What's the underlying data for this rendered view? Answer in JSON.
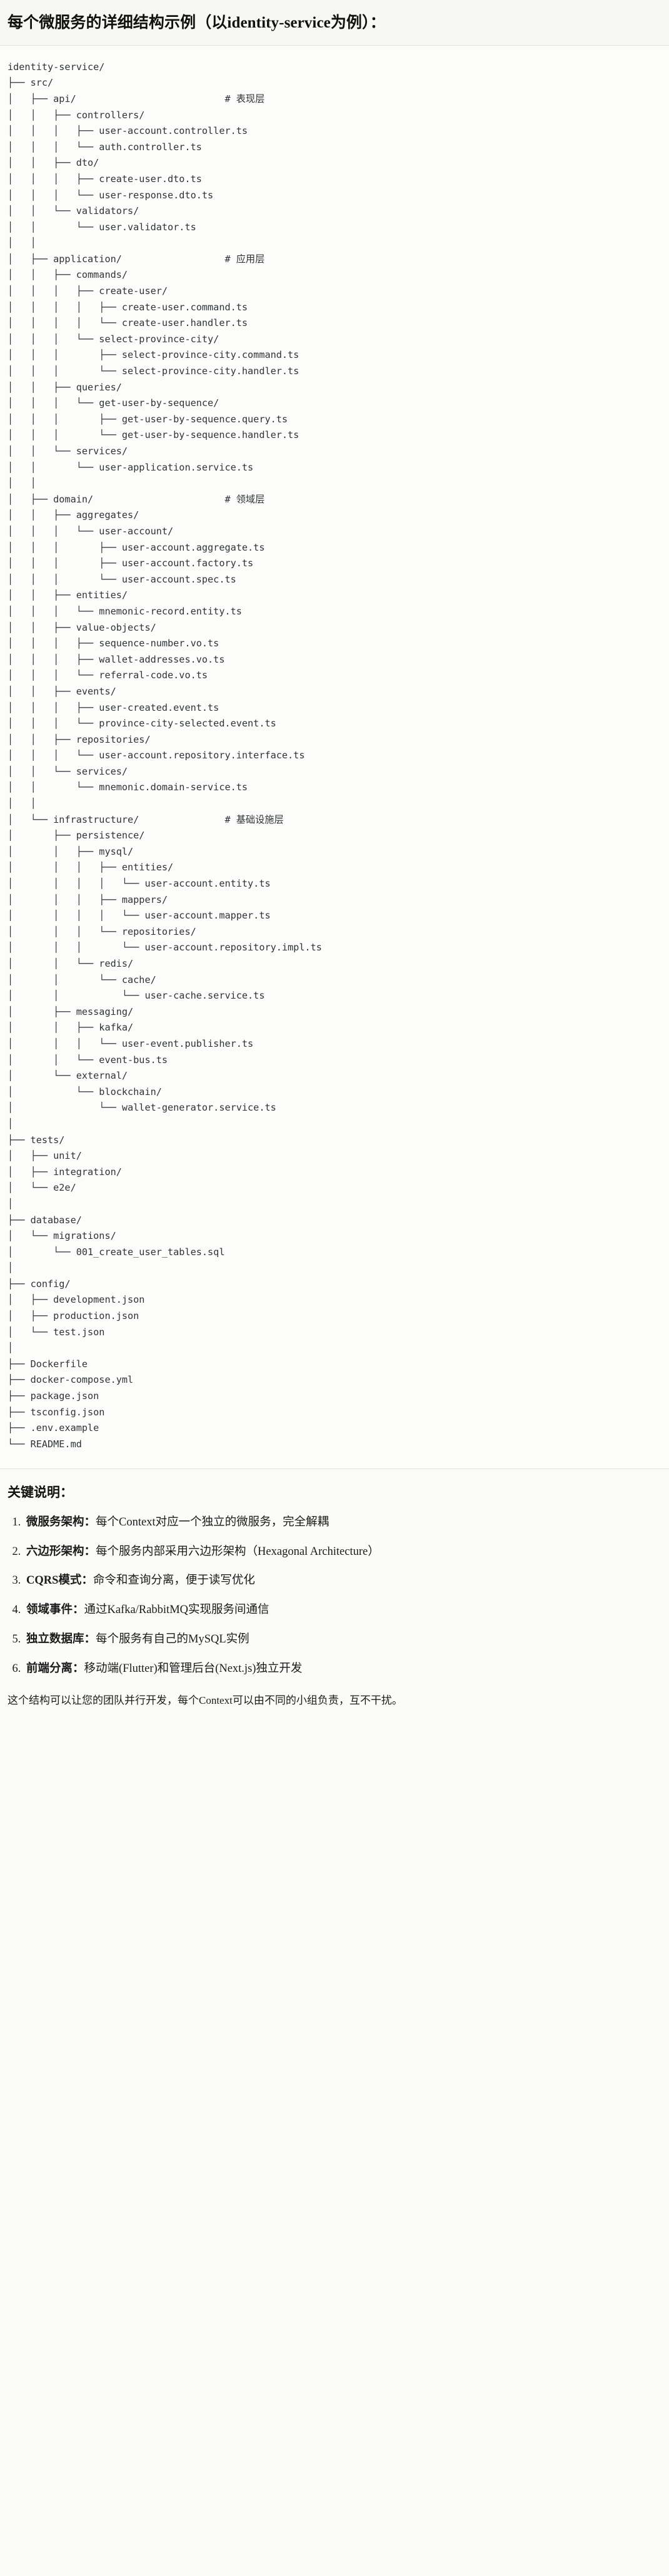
{
  "header": {
    "title": "每个微服务的详细结构示例（以identity-service为例）："
  },
  "tree": {
    "root_label": "identity-service/",
    "text": "identity-service/\n├── src/\n│   ├── api/                          # 表现层\n│   │   ├── controllers/\n│   │   │   ├── user-account.controller.ts\n│   │   │   └── auth.controller.ts\n│   │   ├── dto/\n│   │   │   ├── create-user.dto.ts\n│   │   │   └── user-response.dto.ts\n│   │   └── validators/\n│   │       └── user.validator.ts\n│   │\n│   ├── application/                  # 应用层\n│   │   ├── commands/\n│   │   │   ├── create-user/\n│   │   │   │   ├── create-user.command.ts\n│   │   │   │   └── create-user.handler.ts\n│   │   │   └── select-province-city/\n│   │   │       ├── select-province-city.command.ts\n│   │   │       └── select-province-city.handler.ts\n│   │   ├── queries/\n│   │   │   └── get-user-by-sequence/\n│   │   │       ├── get-user-by-sequence.query.ts\n│   │   │       └── get-user-by-sequence.handler.ts\n│   │   └── services/\n│   │       └── user-application.service.ts\n│   │\n│   ├── domain/                       # 领域层\n│   │   ├── aggregates/\n│   │   │   └── user-account/\n│   │   │       ├── user-account.aggregate.ts\n│   │   │       ├── user-account.factory.ts\n│   │   │       └── user-account.spec.ts\n│   │   ├── entities/\n│   │   │   └── mnemonic-record.entity.ts\n│   │   ├── value-objects/\n│   │   │   ├── sequence-number.vo.ts\n│   │   │   ├── wallet-addresses.vo.ts\n│   │   │   └── referral-code.vo.ts\n│   │   ├── events/\n│   │   │   ├── user-created.event.ts\n│   │   │   └── province-city-selected.event.ts\n│   │   ├── repositories/\n│   │   │   └── user-account.repository.interface.ts\n│   │   └── services/\n│   │       └── mnemonic.domain-service.ts\n│   │\n│   └── infrastructure/               # 基础设施层\n│       ├── persistence/\n│       │   ├── mysql/\n│       │   │   ├── entities/\n│       │   │   │   └── user-account.entity.ts\n│       │   │   ├── mappers/\n│       │   │   │   └── user-account.mapper.ts\n│       │   │   └── repositories/\n│       │   │       └── user-account.repository.impl.ts\n│       │   └── redis/\n│       │       └── cache/\n│       │           └── user-cache.service.ts\n│       ├── messaging/\n│       │   ├── kafka/\n│       │   │   └── user-event.publisher.ts\n│       │   └── event-bus.ts\n│       └── external/\n│           └── blockchain/\n│               └── wallet-generator.service.ts\n│\n├── tests/\n│   ├── unit/\n│   ├── integration/\n│   └── e2e/\n│\n├── database/\n│   └── migrations/\n│       └── 001_create_user_tables.sql\n│\n├── config/\n│   ├── development.json\n│   ├── production.json\n│   └── test.json\n│\n├── Dockerfile\n├── docker-compose.yml\n├── package.json\n├── tsconfig.json\n├── .env.example\n└── README.md",
    "layer_comments": [
      "# 表现层",
      "# 应用层",
      "# 领域层",
      "# 基础设施层"
    ]
  },
  "notes": {
    "heading": "关键说明：",
    "items": [
      {
        "term": "微服务架构",
        "sep": "：",
        "desc": "每个Context对应一个独立的微服务，完全解耦"
      },
      {
        "term": "六边形架构",
        "sep": "：",
        "desc": "每个服务内部采用六边形架构（Hexagonal Architecture）"
      },
      {
        "term": "CQRS模式",
        "sep": "：",
        "desc": "命令和查询分离，便于读写优化"
      },
      {
        "term": "领域事件",
        "sep": "：",
        "desc": "通过Kafka/RabbitMQ实现服务间通信"
      },
      {
        "term": "独立数据库",
        "sep": "：",
        "desc": "每个服务有自己的MySQL实例"
      },
      {
        "term": "前端分离",
        "sep": "：",
        "desc": "移动端(Flutter)和管理后台(Next.js)独立开发"
      }
    ],
    "closing": "这个结构可以让您的团队并行开发，每个Context可以由不同的小组负责，互不干扰。"
  },
  "colors": {
    "page_background": "#fbfbfa",
    "title_band_background": "#f7f7f4",
    "divider": "#e3e2de",
    "code_text": "#2f3337",
    "body_text": "#1b1b1a"
  }
}
